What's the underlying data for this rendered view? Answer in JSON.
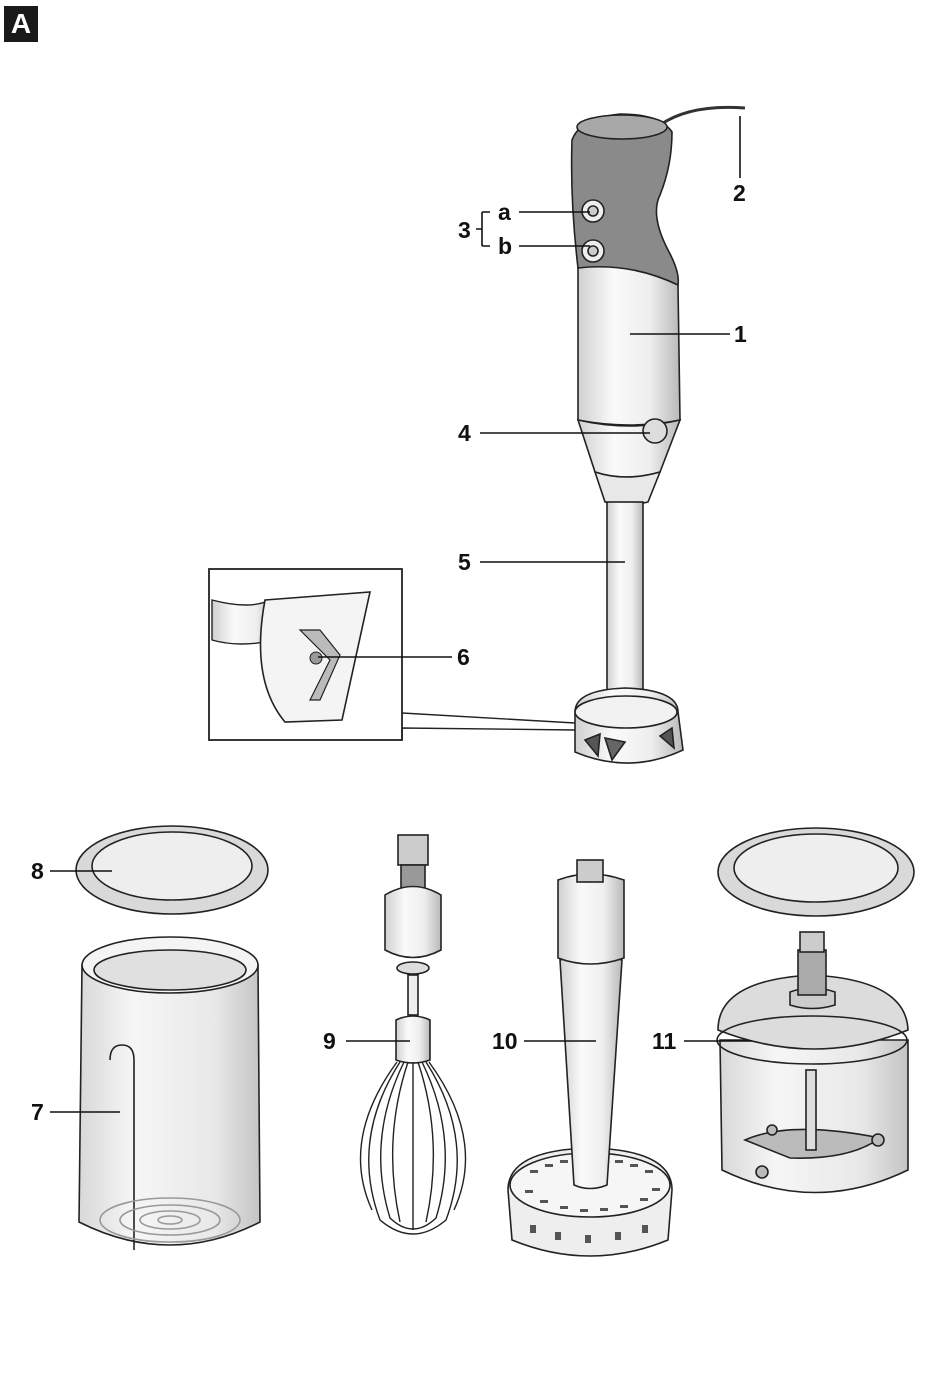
{
  "section_marker": "A",
  "labels": {
    "handle": "1",
    "cord": "2",
    "switches": "3",
    "switch_a": "a",
    "switch_b": "b",
    "release_button": "4",
    "blender_shaft": "5",
    "blade": "6",
    "beaker": "7",
    "beaker_lid": "8",
    "whisk": "9",
    "masher": "10",
    "chopper": "11"
  },
  "colors": {
    "ink": "#1a1a1a",
    "grip_dark": "#8a8a8a",
    "body_light": "#f4f4f4",
    "transparent_grey": "#e2e2e2"
  }
}
